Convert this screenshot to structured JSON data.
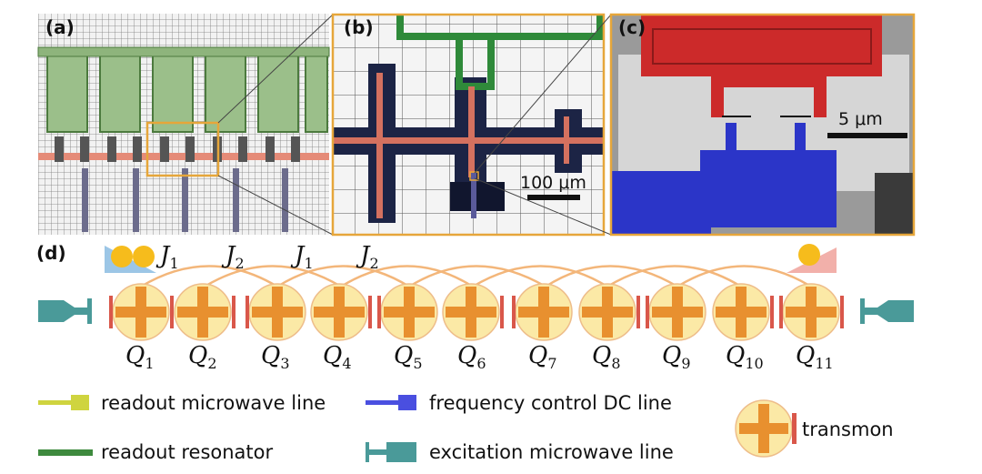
{
  "panels": {
    "a": "(a)",
    "b": "(b)",
    "c": "(c)",
    "d": "(d)"
  },
  "scalebars": {
    "b": "100 μm",
    "c": "5 μm"
  },
  "couplings": [
    {
      "name": "J",
      "sub": "1"
    },
    {
      "name": "J",
      "sub": "2"
    },
    {
      "name": "J",
      "sub": "1"
    },
    {
      "name": "J",
      "sub": "2"
    }
  ],
  "qubits": [
    {
      "name": "Q",
      "sub": "1"
    },
    {
      "name": "Q",
      "sub": "2"
    },
    {
      "name": "Q",
      "sub": "3"
    },
    {
      "name": "Q",
      "sub": "4"
    },
    {
      "name": "Q",
      "sub": "5"
    },
    {
      "name": "Q",
      "sub": "6"
    },
    {
      "name": "Q",
      "sub": "7"
    },
    {
      "name": "Q",
      "sub": "8"
    },
    {
      "name": "Q",
      "sub": "9"
    },
    {
      "name": "Q",
      "sub": "10"
    },
    {
      "name": "Q",
      "sub": "11"
    }
  ],
  "legend": {
    "readout_line": "readout microwave line",
    "readout_resonator": "readout resonator",
    "dc_line": "frequency control DC line",
    "excitation_line": "excitation microwave line",
    "transmon": "transmon"
  },
  "colors": {
    "qubit_fill": "#fbe9a6",
    "cross": "#e8902f",
    "capacitor": "#d9574a",
    "coupling_arc": "#f3b67a",
    "excitation_line": "#4a9a99",
    "readout_line": "#cfd43f",
    "dc_line": "#4a4fe0",
    "resonator": "#3e8a3e",
    "frame": "#e6a63a"
  }
}
